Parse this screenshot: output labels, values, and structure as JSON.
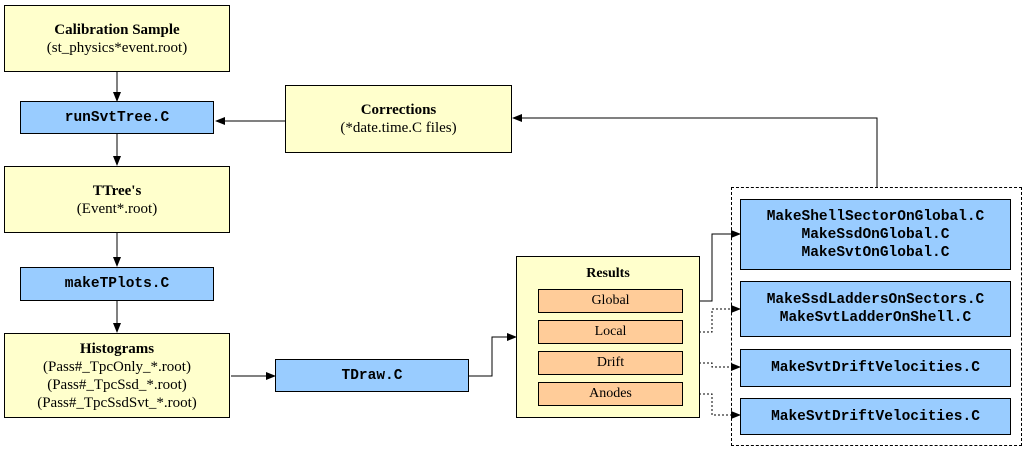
{
  "calibration": {
    "title": "Calibration Sample",
    "subtitle": "(st_physics*event.root)"
  },
  "run_svt_tree": {
    "label": "runSvtTree.C"
  },
  "corrections": {
    "title": "Corrections",
    "subtitle": "(*date.time.C files)"
  },
  "ttrees": {
    "title": "TTree's",
    "subtitle": "(Event*.root)"
  },
  "make_tplots": {
    "label": "makeTPlots.C"
  },
  "histograms": {
    "title": "Histograms",
    "lines": [
      "(Pass#_TpcOnly_*.root)",
      "(Pass#_TpcSsd_*.root)",
      "(Pass#_TpcSsdSvt_*.root)"
    ]
  },
  "tdraw": {
    "label": "TDraw.C"
  },
  "results": {
    "title": "Results",
    "items": [
      "Global",
      "Local",
      "Drift",
      "Anodes"
    ]
  },
  "macros": {
    "global": [
      "MakeShellSectorOnGlobal.C",
      "MakeSsdOnGlobal.C",
      "MakeSvtOnGlobal.C"
    ],
    "local": [
      "MakeSsdLaddersOnSectors.C",
      "MakeSvtLadderOnShell.C"
    ],
    "drift": "MakeSvtDriftVelocities.C",
    "anodes": "MakeSvtDriftVelocities.C"
  },
  "colors": {
    "yellow": "#ffffcc",
    "blue": "#99ccff",
    "orange": "#ffcc99"
  }
}
